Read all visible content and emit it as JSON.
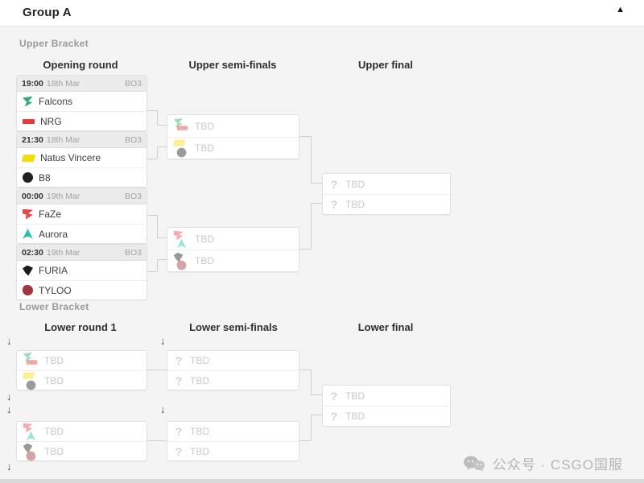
{
  "header": {
    "title": "Group A"
  },
  "icons": {
    "collapse": "▲",
    "arrow_down": "↓",
    "unknown": "?"
  },
  "upper_bracket": {
    "title": "Upper Bracket",
    "columns": [
      "Opening round",
      "Upper semi-finals",
      "Upper final"
    ],
    "matches": [
      {
        "time": "19:00",
        "date": "18th Mar",
        "format": "BO3",
        "teams": [
          {
            "name": "Falcons",
            "color": "#35a873"
          },
          {
            "name": "NRG",
            "color": "#e23b3b"
          }
        ]
      },
      {
        "time": "21:30",
        "date": "18th Mar",
        "format": "BO3",
        "teams": [
          {
            "name": "Natus Vincere",
            "color": "#f0dd0a"
          },
          {
            "name": "B8",
            "color": "#222222"
          }
        ]
      },
      {
        "time": "00:00",
        "date": "19th Mar",
        "format": "BO3",
        "teams": [
          {
            "name": "FaZe",
            "color": "#e44850"
          },
          {
            "name": "Aurora",
            "color": "#2cc0b2"
          }
        ]
      },
      {
        "time": "02:30",
        "date": "19th Mar",
        "format": "BO3",
        "teams": [
          {
            "name": "FURIA",
            "color": "#1c1c1c"
          },
          {
            "name": "TYLOO",
            "color": "#a03540"
          }
        ]
      }
    ],
    "semi_finals": [
      {
        "slots": [
          {
            "label": "TBD",
            "candidates": "Falcons / NRG"
          },
          {
            "label": "TBD",
            "candidates": "Natus Vincere / B8"
          }
        ]
      },
      {
        "slots": [
          {
            "label": "TBD",
            "candidates": "FaZe / Aurora"
          },
          {
            "label": "TBD",
            "candidates": "FURIA / TYLOO"
          }
        ]
      }
    ],
    "final": {
      "slots": [
        {
          "label": "TBD"
        },
        {
          "label": "TBD"
        }
      ]
    }
  },
  "lower_bracket": {
    "title": "Lower Bracket",
    "columns": [
      "Lower round 1",
      "Lower semi-finals",
      "Lower final"
    ],
    "round1": [
      {
        "slots": [
          {
            "label": "TBD",
            "candidates": "Falcons / NRG"
          },
          {
            "label": "TBD",
            "candidates": "Natus Vincere / B8"
          }
        ]
      },
      {
        "slots": [
          {
            "label": "TBD",
            "candidates": "FaZe / Aurora"
          },
          {
            "label": "TBD",
            "candidates": "FURIA / TYLOO"
          }
        ]
      }
    ],
    "semi_finals": [
      {
        "slots": [
          {
            "label": "TBD"
          },
          {
            "label": "TBD"
          }
        ]
      },
      {
        "slots": [
          {
            "label": "TBD"
          },
          {
            "label": "TBD"
          }
        ]
      }
    ],
    "final": {
      "slots": [
        {
          "label": "TBD"
        },
        {
          "label": "TBD"
        }
      ]
    }
  },
  "watermark": {
    "text": "公众号 · CSGO国服"
  }
}
